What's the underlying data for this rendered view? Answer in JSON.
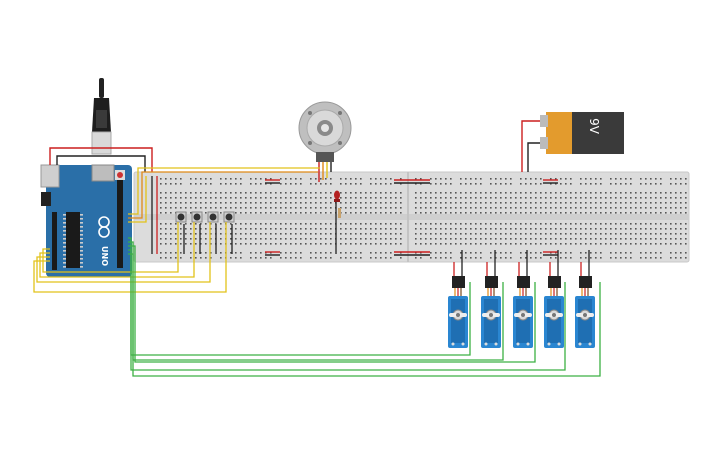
{
  "canvas": {
    "background": "#ffffff"
  },
  "arduino": {
    "model_label": "UNO",
    "brand_logo": "arduino-infinity-logo",
    "board_color": "#2a6fa8"
  },
  "battery": {
    "label": "9V",
    "body_color": "#3a3a3a",
    "cap_color": "#e39b2d"
  },
  "breadboard": {
    "color": "#dcdcdc"
  },
  "components": {
    "servo_count": 5,
    "pushbutton_count": 4,
    "servo_color": "#2a86d1",
    "led_color": "#b32020",
    "dc_motor": "gear-motor-icon"
  },
  "wire_colors": {
    "red": "#cc1f1f",
    "black": "#222222",
    "yellow": "#e2c21a",
    "green": "#3cb043",
    "orange": "#e08a17"
  }
}
